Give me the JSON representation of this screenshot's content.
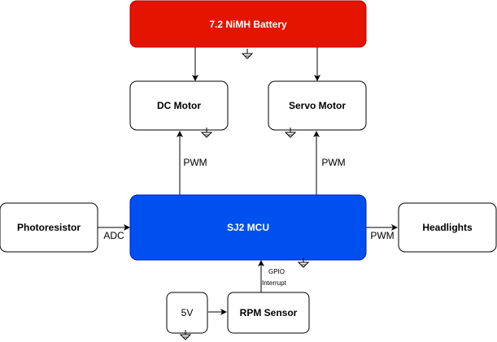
{
  "nodes": {
    "battery": {
      "label": "7.2 NiMH Battery",
      "fill": "#e51400",
      "stroke": "#b20000"
    },
    "dc_motor": {
      "label": "DC Motor"
    },
    "servo_motor": {
      "label": "Servo Motor"
    },
    "mcu": {
      "label": "SJ2 MCU",
      "fill": "#0050ef",
      "stroke": "#001dbc"
    },
    "photoresistor": {
      "label": "Photoresistor"
    },
    "headlights": {
      "label": "Headlights"
    },
    "five_v": {
      "label": "5V"
    },
    "rpm_sensor": {
      "label": "RPM Sensor"
    }
  },
  "edges": {
    "mcu_to_dc": {
      "label": "PWM"
    },
    "mcu_to_servo": {
      "label": "PWM"
    },
    "photo_to_mcu": {
      "label": "ADC"
    },
    "mcu_to_headlights": {
      "label": "PWM"
    },
    "rpm_to_mcu": {
      "label_line1": "GPIO",
      "label_line2": "Interrupt"
    }
  },
  "icons": {
    "ground": "ground-icon",
    "arrow": "arrowhead-icon"
  }
}
